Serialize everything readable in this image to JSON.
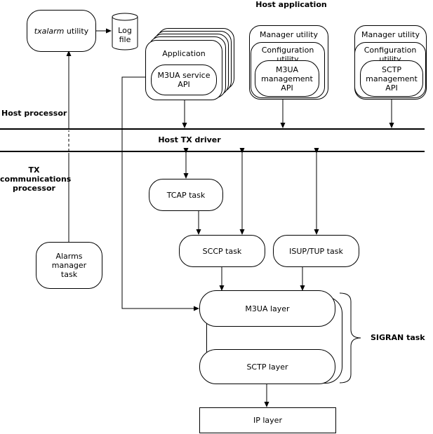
{
  "labels": {
    "host_application": "Host application",
    "host_processor": "Host processor",
    "host_tx_driver": "Host TX driver",
    "tx_comm_processor": "TX\ncommunications\nprocessor",
    "sigran_task": "SIGRAN task"
  },
  "nodes": {
    "txalarm_italic": "txalarm",
    "txalarm_rest": " utility",
    "log_file": "Log\nfile",
    "application": "Application",
    "m3ua_service_api": "M3UA service\nAPI",
    "manager_utility_1": "Manager utility",
    "configuration_utility_1": "Configuration\nutility",
    "m3ua_management_api": "M3UA\nmanagement\nAPI",
    "manager_utility_2": "Manager utility",
    "configuration_utility_2": "Configuration\nutility",
    "sctp_management_api": "SCTP\nmanagement\nAPI",
    "tcap_task": "TCAP task",
    "sccp_task": "SCCP task",
    "isup_tup_task": "ISUP/TUP task",
    "alarms_manager_task": "Alarms\nmanager\ntask",
    "m3ua_layer": "M3UA layer",
    "sctp_layer": "SCTP layer",
    "ip_layer": "IP layer"
  }
}
